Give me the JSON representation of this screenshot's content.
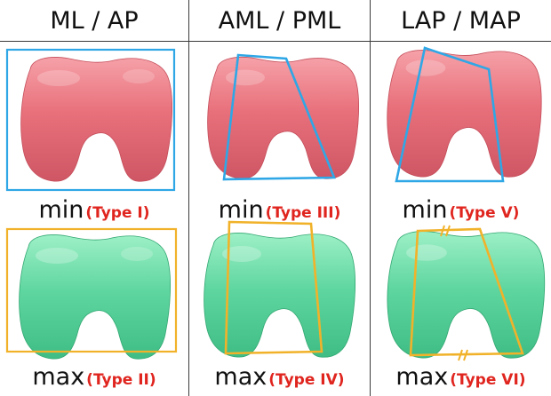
{
  "columns": [
    {
      "title": "ML / AP",
      "rows": [
        {
          "word": "min",
          "type": "(Type I)",
          "bone": "pink",
          "shape": "box"
        },
        {
          "word": "max",
          "type": "(Type II)",
          "bone": "green",
          "shape": "box"
        }
      ]
    },
    {
      "title": "AML / PML",
      "rows": [
        {
          "word": "min",
          "type": "(Type III)",
          "bone": "pink",
          "shape": "trapezoid"
        },
        {
          "word": "max",
          "type": "(Type IV)",
          "bone": "green",
          "shape": "trapezoid"
        }
      ]
    },
    {
      "title": "LAP / MAP",
      "rows": [
        {
          "word": "min",
          "type": "(Type V)",
          "bone": "pink",
          "shape": "quad"
        },
        {
          "word": "max",
          "type": "(Type VI)",
          "bone": "green",
          "shape": "quad-with-equal-marks"
        }
      ]
    }
  ],
  "colors": {
    "pink_bone": "#e8707b",
    "green_bone": "#5fd6a0",
    "blue_outline": "#2fa7e6",
    "orange_outline": "#f1b22a",
    "type_label": "#e0251f"
  }
}
